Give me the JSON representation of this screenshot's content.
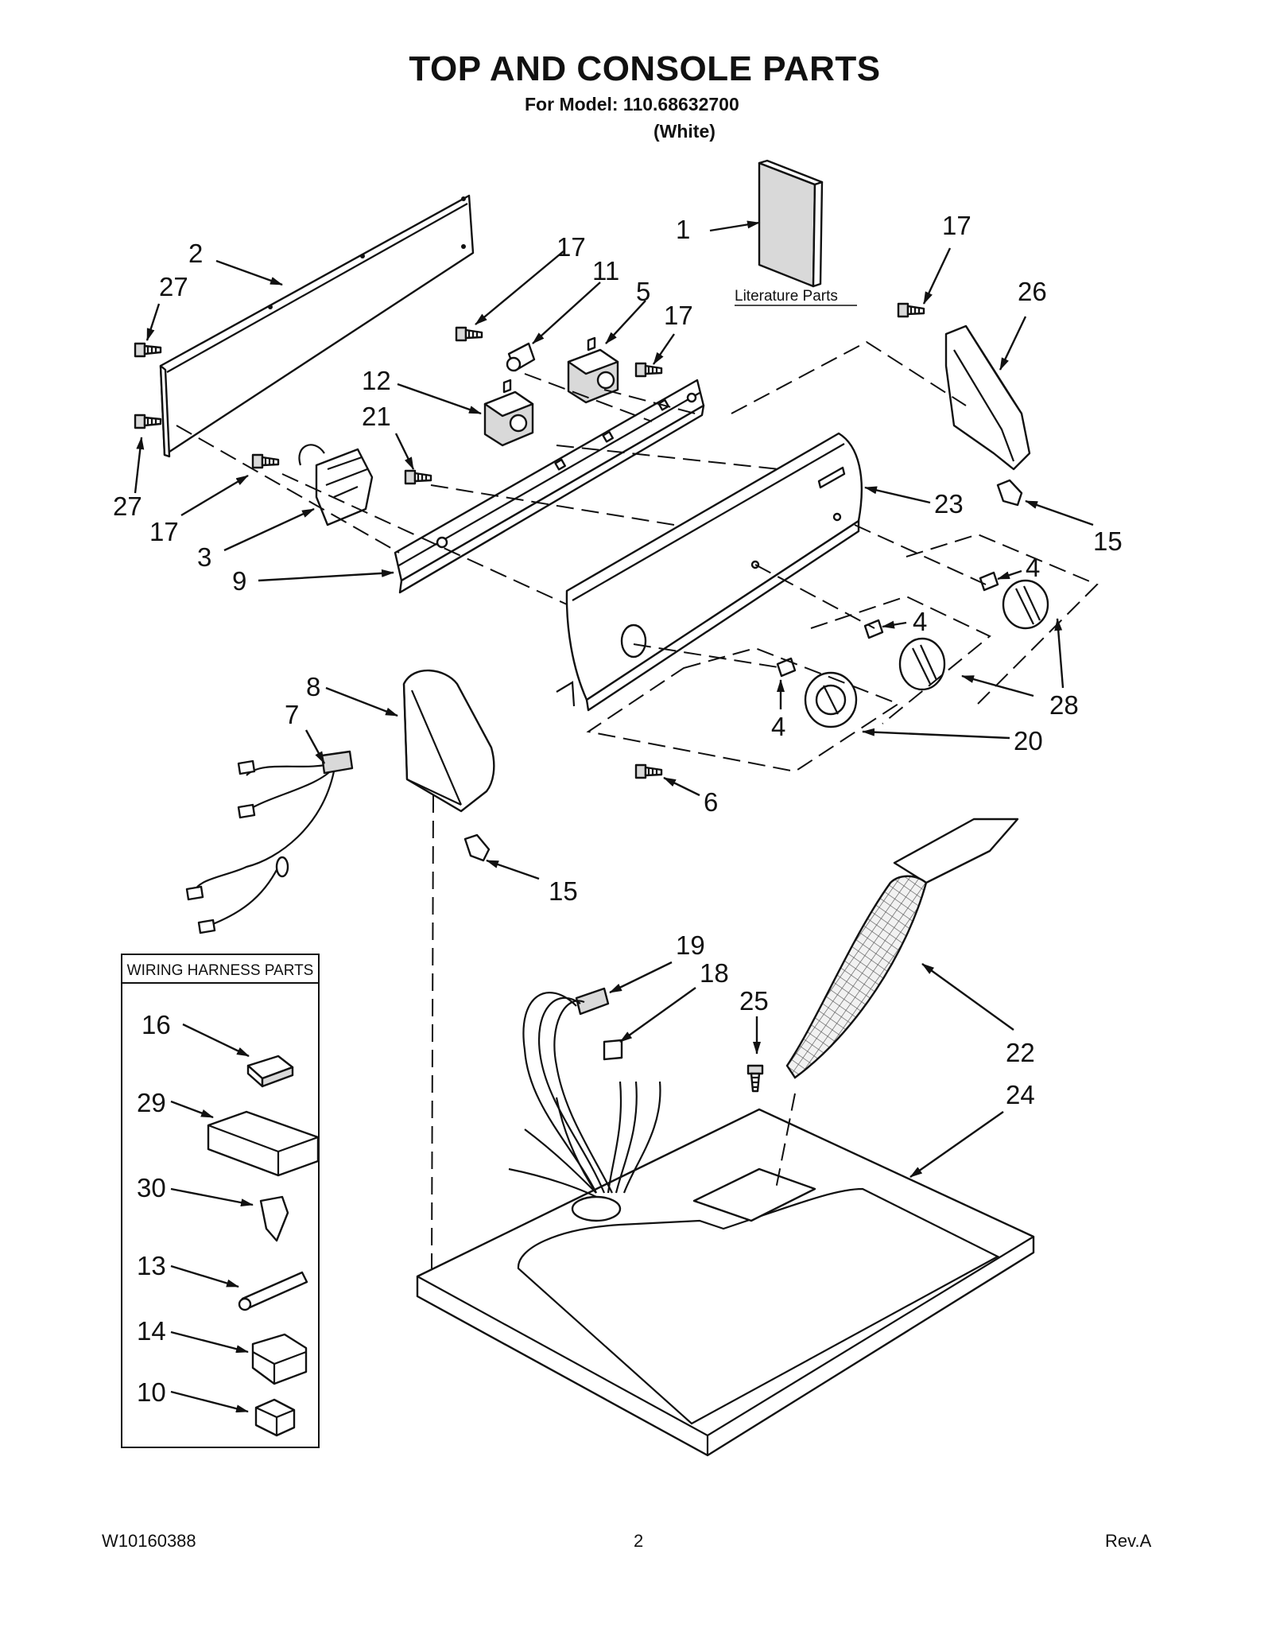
{
  "header": {
    "title": "TOP AND CONSOLE PARTS",
    "model_line": "For Model: 110.68632700",
    "color_line": "(White)"
  },
  "literature_label": "Literature Parts",
  "wiring_box_title": "WIRING HARNESS PARTS",
  "callouts": {
    "c1": "1",
    "c2": "2",
    "c3": "3",
    "c4a": "4",
    "c4b": "4",
    "c4c": "4",
    "c5": "5",
    "c6": "6",
    "c7": "7",
    "c8": "8",
    "c9": "9",
    "c10": "10",
    "c11": "11",
    "c12": "12",
    "c13": "13",
    "c14": "14",
    "c15a": "15",
    "c15b": "15",
    "c16": "16",
    "c17a": "17",
    "c17b": "17",
    "c17c": "17",
    "c17d": "17",
    "c18": "18",
    "c19": "19",
    "c20": "20",
    "c21": "21",
    "c22": "22",
    "c23": "23",
    "c24": "24",
    "c25": "25",
    "c26": "26",
    "c27a": "27",
    "c27b": "27",
    "c28": "28",
    "c29": "29",
    "c30": "30"
  },
  "footer": {
    "doc_number": "W10160388",
    "page_number": "2",
    "revision": "Rev.A"
  }
}
